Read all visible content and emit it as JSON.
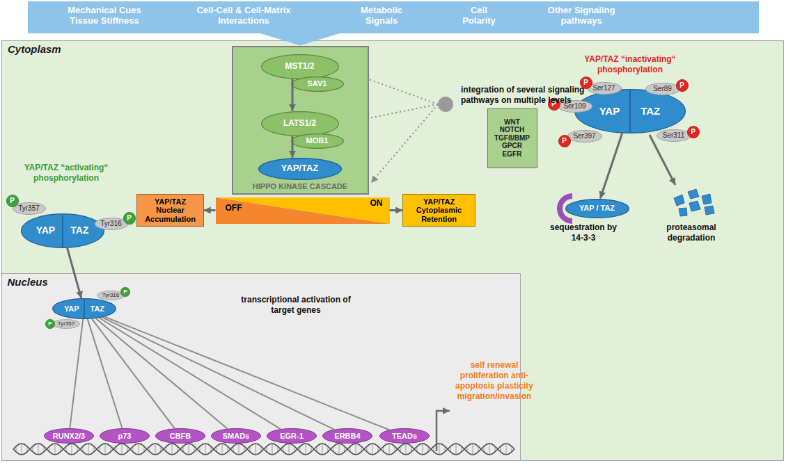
{
  "diagram": {
    "nodes": [
      {
        "text": [
          "Mechanical Cues Tissue Stiffness",
          "Cell-Cell & Cell-Matrix Interactions",
          "Metabolic Signals",
          "Cell Polarity",
          "Other Signaling pathways"
        ]
      },
      {
        "text": [
          "Cytoplasm"
        ]
      },
      {
        "text": [
          "HIPPO KINASE CASCADE"
        ],
        "in": 1
      },
      {
        "text": [
          "MST1/2"
        ],
        "in": 2
      },
      {
        "text": [
          "SAV1"
        ],
        "in": 2
      },
      {
        "text": [
          "LATS1/2"
        ],
        "in": 2
      },
      {
        "text": [
          "MOB1"
        ],
        "in": 2
      },
      {
        "text": [
          "YAP/TAZ"
        ],
        "in": 2
      },
      {
        "text": [
          "WNT",
          "NOTCH",
          "TGFß/BMP",
          "GPCR",
          "EGFR"
        ],
        "in": 1
      },
      {
        "text": [
          "YAP",
          "TAZ"
        ],
        "in": 1
      },
      {
        "text": [
          "Tyr357"
        ],
        "in": 1
      },
      {
        "text": [
          "P"
        ],
        "in": 1
      },
      {
        "text": [
          "Tyr316"
        ],
        "in": 1
      },
      {
        "text": [
          "P"
        ],
        "in": 1
      },
      {
        "text": [
          "YAP/TAZ Nuclear Accumulation"
        ],
        "in": 1
      },
      {
        "text": [
          "OFF"
        ],
        "in": 1
      },
      {
        "text": [
          "ON"
        ],
        "in": 1
      },
      {
        "text": [
          "YAP/TAZ Cytoplasmic Retention"
        ],
        "in": 1
      },
      {
        "text": [
          "YAP",
          "TAZ"
        ],
        "in": 1
      },
      {
        "text": [
          "Ser127"
        ],
        "in": 1
      },
      {
        "text": [
          "P"
        ],
        "in": 1
      },
      {
        "text": [
          "Ser89"
        ],
        "in": 1
      },
      {
        "text": [
          "P"
        ],
        "in": 1
      },
      {
        "text": [
          "Ser109"
        ],
        "in": 1
      },
      {
        "text": [
          "P"
        ],
        "in": 1
      },
      {
        "text": [
          "Ser397"
        ],
        "in": 1
      },
      {
        "text": [
          "P"
        ],
        "in": 1
      },
      {
        "text": [
          "Ser311"
        ],
        "in": 1
      },
      {
        "text": [
          "P"
        ],
        "in": 1
      },
      {
        "text": [
          "YAP / TAZ"
        ],
        "in": 1
      },
      {
        "text": [
          "Nucleus"
        ],
        "in": 1
      },
      {
        "text": [
          "YAP",
          "TAZ"
        ],
        "in": 30
      },
      {
        "text": [
          "Tyr357"
        ],
        "in": 30
      },
      {
        "text": [
          "P"
        ],
        "in": 30
      },
      {
        "text": [
          "Tyr316"
        ],
        "in": 30
      },
      {
        "text": [
          "P"
        ],
        "in": 30
      },
      {
        "text": [
          "RUNX2/3"
        ],
        "in": 30
      },
      {
        "text": [
          "p73"
        ],
        "in": 30
      },
      {
        "text": [
          "CBFB"
        ],
        "in": 30
      },
      {
        "text": [
          "SMADs"
        ],
        "in": 30
      },
      {
        "text": [
          "EGR-1"
        ],
        "in": 30
      },
      {
        "text": [
          "ERBB4"
        ],
        "in": 30
      },
      {
        "text": [
          "TEADs"
        ],
        "in": 30
      }
    ],
    "edges": [
      {
        "from": 0,
        "to": 2,
        "arrow": "to"
      },
      {
        "from": 3,
        "to": 5,
        "arrow": "to"
      },
      {
        "from": 5,
        "to": 7,
        "arrow": "to"
      },
      {
        "from": 15,
        "to": 14,
        "arrow": "to"
      },
      {
        "from": 16,
        "to": 17,
        "arrow": "to"
      },
      {
        "from": 9,
        "to": 31,
        "arrow": "to"
      },
      {
        "from": 18,
        "to": 29,
        "arrow": "to"
      },
      {
        "from": 31,
        "to": 36,
        "arrow": "none"
      },
      {
        "from": 31,
        "to": 37,
        "arrow": "none"
      },
      {
        "from": 31,
        "to": 38,
        "arrow": "none"
      },
      {
        "from": 31,
        "to": 39,
        "arrow": "none"
      },
      {
        "from": 31,
        "to": 40,
        "arrow": "none"
      },
      {
        "from": 31,
        "to": 41,
        "arrow": "none"
      },
      {
        "from": 31,
        "to": 42,
        "arrow": "none"
      }
    ],
    "labels": [
      "YAP/TAZ “activating“ phosphorylation",
      "integration of several signaling pathways on multiple levels",
      "YAP/TAZ “inactivating“ phosphorylation",
      "sequestration by 14-3-3",
      "proteasomal degradation",
      "transcriptional activation of target genes",
      "self renewal proliferation anti-apoptosis plasticity migration/invasion"
    ]
  }
}
